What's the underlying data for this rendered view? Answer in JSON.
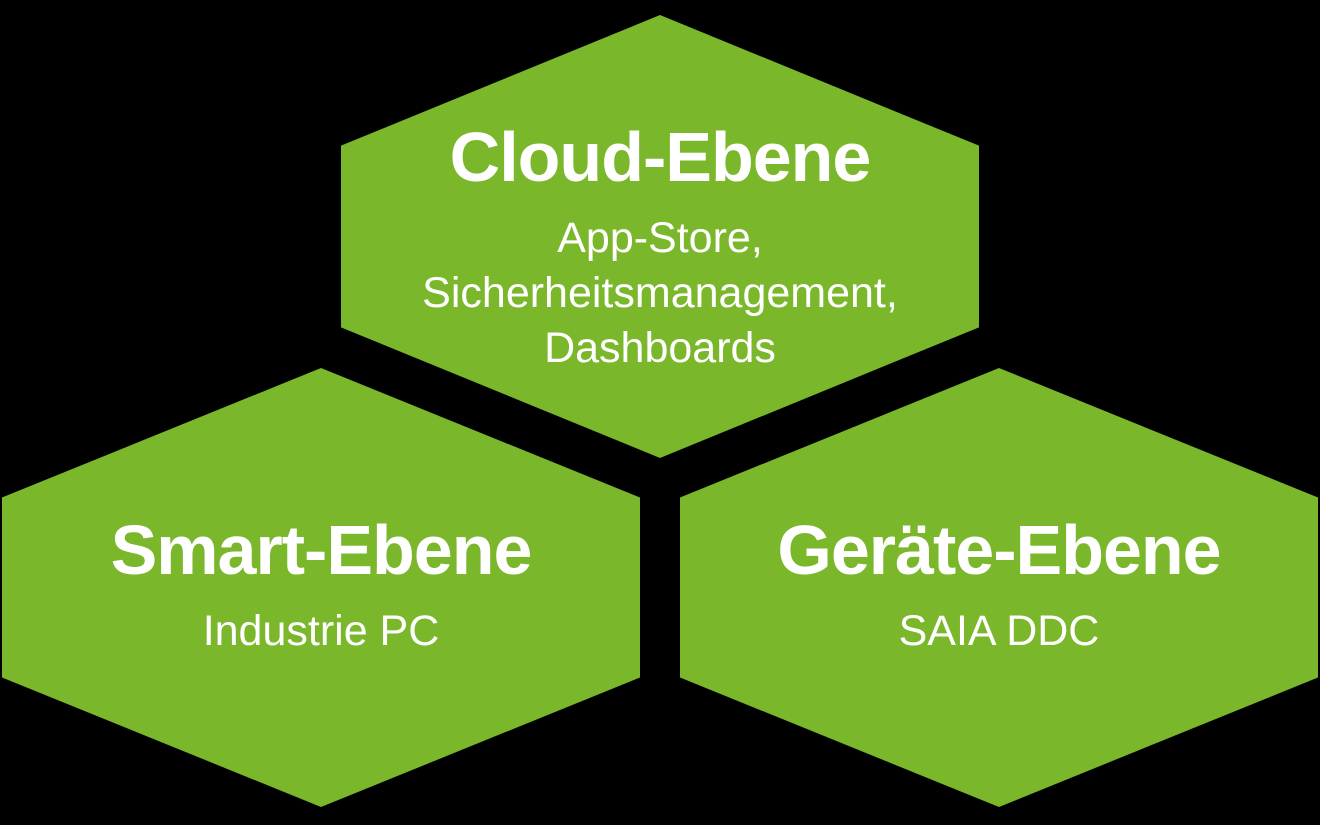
{
  "diagram": {
    "background_color": "#000000",
    "hexagon_color": "#7ab72b",
    "text_color": "#ffffff",
    "hexagons": [
      {
        "id": "cloud",
        "title": "Cloud-Ebene",
        "subtitle_lines": [
          "App-Store,",
          "Sicherheitsmanagement,",
          "Dashboards"
        ]
      },
      {
        "id": "smart",
        "title": "Smart-Ebene",
        "subtitle_lines": [
          "Industrie PC"
        ]
      },
      {
        "id": "geraete",
        "title": "Geräte-Ebene",
        "subtitle_lines": [
          "SAIA DDC"
        ]
      }
    ]
  }
}
